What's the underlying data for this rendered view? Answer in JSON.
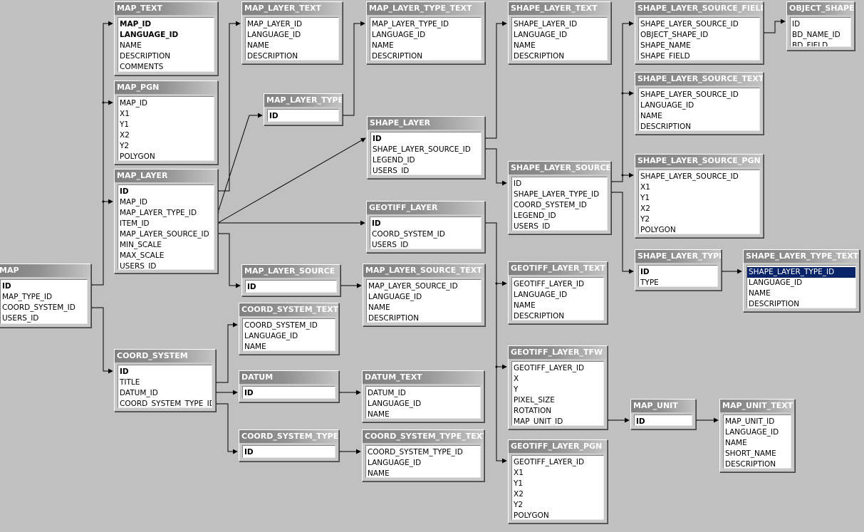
{
  "tables": {
    "map_text": {
      "name": "MAP_TEXT",
      "fields": [
        "MAP_ID",
        "LANGUAGE_ID",
        "NAME",
        "DESCRIPTION",
        "COMMENTS"
      ]
    },
    "map_pgn": {
      "name": "MAP_PGN",
      "fields": [
        "MAP_ID",
        "X1",
        "Y1",
        "X2",
        "Y2",
        "POLYGON"
      ]
    },
    "map_layer": {
      "name": "MAP_LAYER",
      "fields": [
        "ID",
        "MAP_ID",
        "MAP_LAYER_TYPE_ID",
        "ITEM_ID",
        "MAP_LAYER_SOURCE_ID",
        "MIN_SCALE",
        "MAX_SCALE",
        "USERS_ID"
      ]
    },
    "map": {
      "name": "MAP",
      "fields": [
        "ID",
        "MAP_TYPE_ID",
        "COORD_SYSTEM_ID",
        "USERS_ID"
      ]
    },
    "coord_system": {
      "name": "COORD_SYSTEM",
      "fields": [
        "ID",
        "TITLE",
        "DATUM_ID",
        "COORD_SYSTEM_TYPE_ID"
      ]
    },
    "map_layer_text": {
      "name": "MAP_LAYER_TEXT",
      "fields": [
        "MAP_LAYER_ID",
        "LANGUAGE_ID",
        "NAME",
        "DESCRIPTION"
      ]
    },
    "map_layer_type": {
      "name": "MAP_LAYER_TYPE",
      "fields": [
        "ID"
      ]
    },
    "map_layer_source": {
      "name": "MAP_LAYER_SOURCE",
      "fields": [
        "ID"
      ]
    },
    "coord_system_text": {
      "name": "COORD_SYSTEM_TEXT",
      "fields": [
        "COORD_SYSTEM_ID",
        "LANGUAGE_ID",
        "NAME"
      ]
    },
    "datum": {
      "name": "DATUM",
      "fields": [
        "ID"
      ]
    },
    "coord_system_type": {
      "name": "COORD_SYSTEM_TYPE",
      "fields": [
        "ID"
      ]
    },
    "map_layer_type_text": {
      "name": "MAP_LAYER_TYPE_TEXT",
      "fields": [
        "MAP_LAYER_TYPE_ID",
        "LANGUAGE_ID",
        "NAME",
        "DESCRIPTION"
      ]
    },
    "shape_layer": {
      "name": "SHAPE_LAYER",
      "fields": [
        "ID",
        "SHAPE_LAYER_SOURCE_ID",
        "LEGEND_ID",
        "USERS_ID"
      ]
    },
    "geotiff_layer": {
      "name": "GEOTIFF_LAYER",
      "fields": [
        "ID",
        "COORD_SYSTEM_ID",
        "USERS_ID"
      ]
    },
    "map_layer_source_text": {
      "name": "MAP_LAYER_SOURCE_TEXT",
      "fields": [
        "MAP_LAYER_SOURCE_ID",
        "LANGUAGE_ID",
        "NAME",
        "DESCRIPTION"
      ]
    },
    "datum_text": {
      "name": "DATUM_TEXT",
      "fields": [
        "DATUM_ID",
        "LANGUAGE_ID",
        "NAME"
      ]
    },
    "coord_system_type_text": {
      "name": "COORD_SYSTEM_TYPE_TEXT",
      "fields": [
        "COORD_SYSTEM_TYPE_ID",
        "LANGUAGE_ID",
        "NAME"
      ]
    },
    "shape_layer_text": {
      "name": "SHAPE_LAYER_TEXT",
      "fields": [
        "SHAPE_LAYER_ID",
        "LANGUAGE_ID",
        "NAME",
        "DESCRIPTION"
      ]
    },
    "shape_layer_source": {
      "name": "SHAPE_LAYER_SOURCE",
      "fields": [
        "ID",
        "SHAPE_LAYER_TYPE_ID",
        "COORD_SYSTEM_ID",
        "LEGEND_ID",
        "USERS_ID"
      ]
    },
    "geotiff_layer_text": {
      "name": "GEOTIFF_LAYER_TEXT",
      "fields": [
        "GEOTIFF_LAYER_ID",
        "LANGUAGE_ID",
        "NAME",
        "DESCRIPTION"
      ]
    },
    "geotiff_layer_tfw": {
      "name": "GEOTIFF_LAYER_TFW",
      "fields": [
        "GEOTIFF_LAYER_ID",
        "X",
        "Y",
        "PIXEL_SIZE",
        "ROTATION",
        "MAP_UNIT_ID"
      ]
    },
    "geotiff_layer_pgn": {
      "name": "GEOTIFF_LAYER_PGN",
      "fields": [
        "GEOTIFF_LAYER_ID",
        "X1",
        "Y1",
        "X2",
        "Y2",
        "POLYGON"
      ]
    },
    "shape_layer_source_field": {
      "name": "SHAPE_LAYER_SOURCE_FIELD",
      "fields": [
        "SHAPE_LAYER_SOURCE_ID",
        "OBJECT_SHAPE_ID",
        "SHAPE_NAME",
        "SHAPE_FIELD"
      ]
    },
    "shape_layer_source_text": {
      "name": "SHAPE_LAYER_SOURCE_TEXT",
      "fields": [
        "SHAPE_LAYER_SOURCE_ID",
        "LANGUAGE_ID",
        "NAME",
        "DESCRIPTION"
      ]
    },
    "shape_layer_source_pgn": {
      "name": "SHAPE_LAYER_SOURCE_PGN",
      "fields": [
        "SHAPE_LAYER_SOURCE_ID",
        "X1",
        "Y1",
        "X2",
        "Y2",
        "POLYGON"
      ]
    },
    "shape_layer_type": {
      "name": "SHAPE_LAYER_TYPE",
      "fields": [
        "ID",
        "TYPE"
      ]
    },
    "object_shape": {
      "name": "OBJECT_SHAPE",
      "fields": [
        "ID",
        "BD_NAME_ID",
        "BD_FIELD"
      ]
    },
    "shape_layer_type_text": {
      "name": "SHAPE_LAYER_TYPE_TEXT",
      "fields": [
        "SHAPE_LAYER_TYPE_ID",
        "LANGUAGE_ID",
        "NAME",
        "DESCRIPTION"
      ]
    },
    "map_unit": {
      "name": "MAP_UNIT",
      "fields": [
        "ID"
      ]
    },
    "map_unit_text": {
      "name": "MAP_UNIT_TEXT",
      "fields": [
        "MAP_UNIT_ID",
        "LANGUAGE_ID",
        "NAME",
        "SHORT_NAME",
        "DESCRIPTION"
      ]
    }
  },
  "colors": {
    "canvas": "#c0c0c0",
    "selection": "#0a246a",
    "line": "#000000"
  }
}
